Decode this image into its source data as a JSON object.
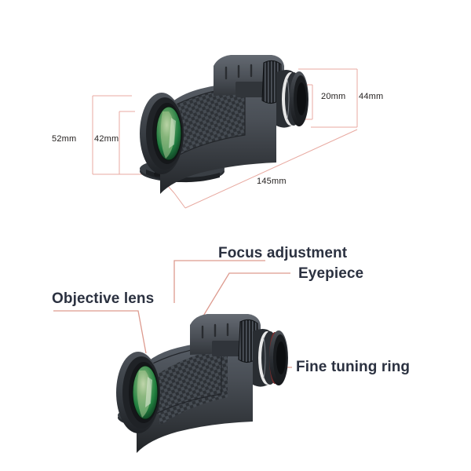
{
  "page": {
    "background_color": "#ffffff",
    "product_name": "monocular-telescope",
    "panels": [
      "dimensions-diagram",
      "parts-callout-diagram"
    ]
  },
  "colors": {
    "dimension_line": "#e8a9a0",
    "callout_line": "#e0a096",
    "dimension_text": "#24201f",
    "callout_text": "#2b3140",
    "body_dark": "#3a3e44",
    "body_darker": "#2a2d32",
    "body_mid": "#4d5258",
    "lens_green": "#1f7a3f",
    "lens_green_light": "#8fbf7a",
    "ring_silver": "#e8e8e8",
    "accent_red": "#7a2a2a"
  },
  "dimensions": {
    "label": "dimension-callouts",
    "items": [
      {
        "id": "objective-outer-diameter",
        "value": "52mm"
      },
      {
        "id": "objective-lens-diameter",
        "value": "42mm"
      },
      {
        "id": "eyepiece-inner-diameter",
        "value": "20mm"
      },
      {
        "id": "eyepiece-outer-diameter",
        "value": "44mm"
      },
      {
        "id": "overall-length",
        "value": "145mm"
      }
    ]
  },
  "callouts": {
    "label": "part-name-callouts",
    "items": [
      {
        "id": "objective-lens",
        "label": "Objective lens"
      },
      {
        "id": "focus-adjustment",
        "label": "Focus adjustment"
      },
      {
        "id": "eyepiece",
        "label": "Eyepiece"
      },
      {
        "id": "fine-tuning-ring",
        "label": "Fine tuning ring"
      }
    ]
  }
}
